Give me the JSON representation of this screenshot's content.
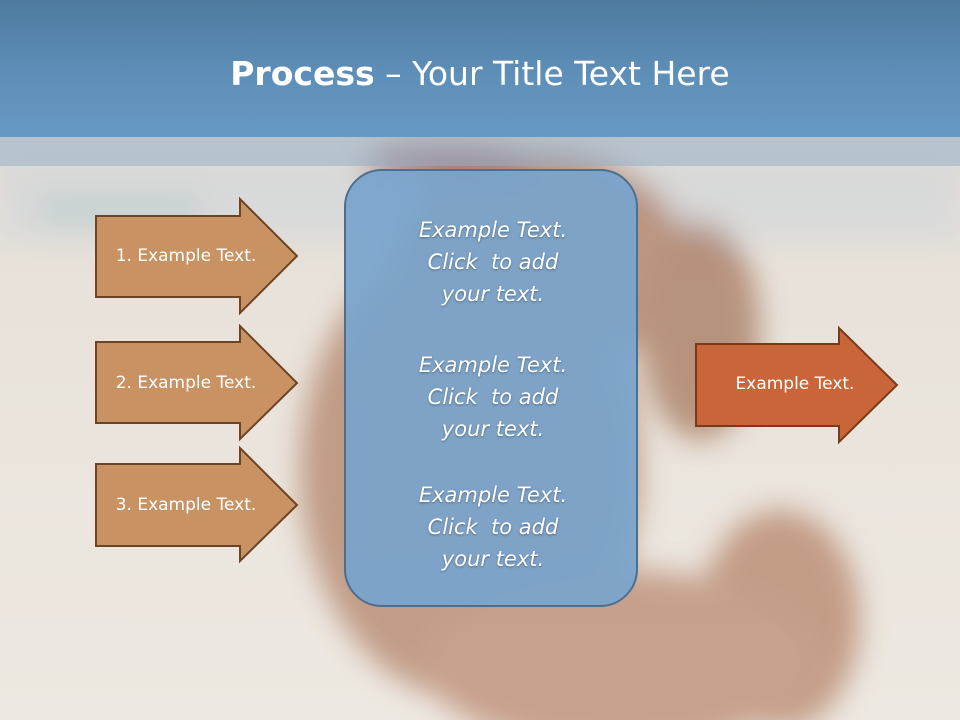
{
  "slide": {
    "title_bold": "Process",
    "title_rest": " – Your Title Text Here"
  },
  "inputs": [
    {
      "label": "1. Example Text."
    },
    {
      "label": "2. Example Text."
    },
    {
      "label": "3. Example Text."
    }
  ],
  "center": [
    {
      "line1": "Example Text.",
      "line2": "Click  to add",
      "line3": "your text."
    },
    {
      "line1": "Example Text.",
      "line2": "Click  to add",
      "line3": "your text."
    },
    {
      "line1": "Example Text.",
      "line2": "Click  to add",
      "line3": "your text."
    }
  ],
  "output": {
    "label": "Example Text."
  },
  "colors": {
    "header": "#5e8fb8",
    "input_arrow": "#c99263",
    "input_border": "#6b4325",
    "output_arrow": "#c8663a",
    "output_border": "#7a3a1a",
    "center_box": "#78a4cd"
  }
}
